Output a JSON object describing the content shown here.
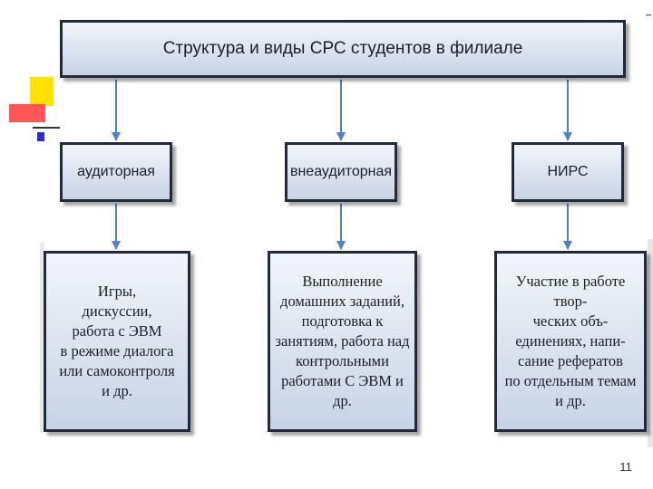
{
  "title": "Структура и виды СРС студентов в филиале",
  "categories": [
    {
      "label": "аудиторная",
      "description": "Игры,\nдискуссии,\nработа с ЭВМ\nв режиме диалога\nили самоконтроля\nи др."
    },
    {
      "label": "внеаудиторная",
      "description": "Выполнение\nдомашних заданий,\nподготовка к\nзанятиям, работа над\nконтрольными\nработами С ЭВМ и\nдр."
    },
    {
      "label": "НИРС",
      "description": "Участие в работе\nтвор-\nческих объ-\nединениях, напи-\nсание рефератов\nпо отдельным темам\nи др."
    }
  ],
  "page_number": "11",
  "colors": {
    "box_border": "#202a3a",
    "box_fill_top": "#f2f5fa",
    "box_fill_bottom": "#c7d3e6",
    "arrow": "#4f7fc4"
  }
}
